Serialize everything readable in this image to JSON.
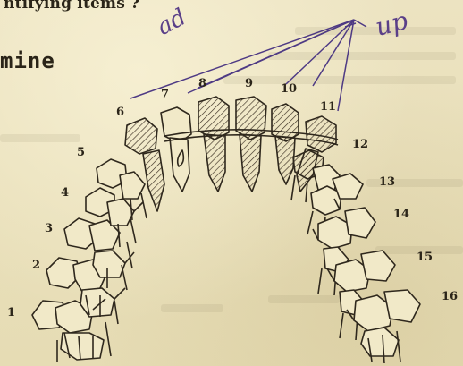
{
  "top_text": "ntifying items ?",
  "heading": "mine",
  "handwriting": {
    "left": "ad",
    "right": "up"
  },
  "tooth_numbers": [
    "1",
    "2",
    "3",
    "4",
    "5",
    "6",
    "7",
    "8",
    "9",
    "10",
    "11",
    "12",
    "13",
    "14",
    "15",
    "16"
  ]
}
